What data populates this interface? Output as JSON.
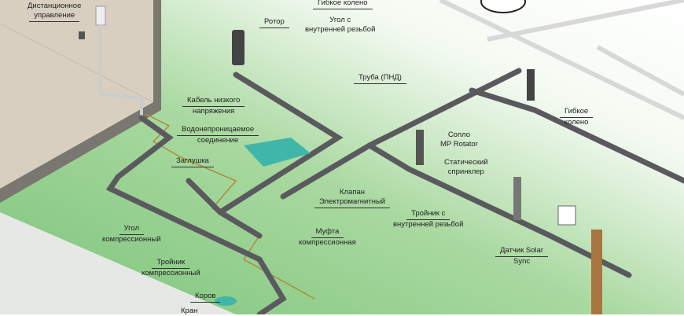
{
  "title": "Схема системы автоматического полива",
  "labels": {
    "remote_control": [
      "Дистанционное",
      "управление"
    ],
    "flex_elbow_top": "Гибкое колено",
    "female_elbow": [
      "Угол с",
      "внутренней резьбой"
    ],
    "rotor": "Ротор",
    "pipe": "Труба (ПНД)",
    "low_voltage_cable": [
      "Кабель низкого",
      "напряжения"
    ],
    "waterproof_connection": [
      "Водонепроницаемое",
      "соединение"
    ],
    "plug": "Заглушка",
    "mp_rotator": [
      "Сопло",
      "MP Rotator"
    ],
    "static_sprinkler": [
      "Статический",
      "спринклер"
    ],
    "flex_elbow_right": [
      "Гибкое",
      "колено"
    ],
    "solenoid_valve": [
      "Клапан",
      "Электромагнитный"
    ],
    "female_tee": [
      "Тройник с",
      "внутренней резьбой"
    ],
    "compression_elbow": [
      "Угол",
      "компрессионный"
    ],
    "compression_coupling": [
      "Муфта",
      "компрессионная"
    ],
    "compression_tee": [
      "Тройник",
      "компрессионный"
    ],
    "solar_sync": [
      "Датчик Solar",
      "Sync"
    ],
    "box": "Коров",
    "valve_tap": "Кран"
  },
  "colors": {
    "grass": "#8fcf8a",
    "pipe": "#5a5a5e",
    "wall": "#d9cfc0",
    "box_lid": "#3fb6a8",
    "cable": "#b08a3a"
  }
}
